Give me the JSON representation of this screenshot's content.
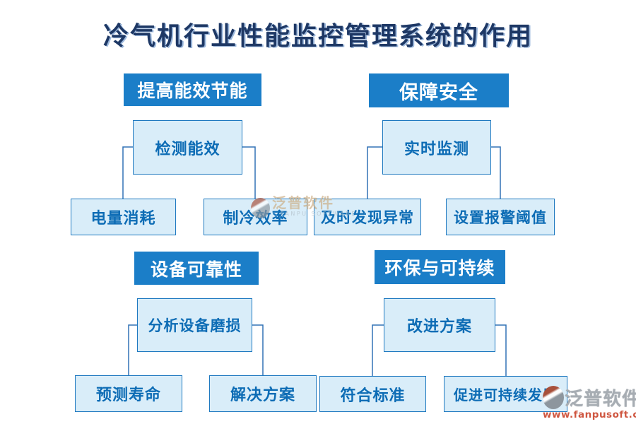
{
  "title": "冷气机行业性能监控管理系统的作用",
  "sections": [
    {
      "header": "提高能效节能",
      "parent": "检测能效",
      "children": [
        "电量消耗",
        "制冷效率"
      ]
    },
    {
      "header": "保障安全",
      "parent": "实时监测",
      "children": [
        "及时发现异常",
        "设置报警阈值"
      ]
    },
    {
      "header": "设备可靠性",
      "parent": "分析设备磨损",
      "children": [
        "预测寿命",
        "解决方案"
      ]
    },
    {
      "header": "环保与可持续",
      "parent": "改进方案",
      "children": [
        "符合标准",
        "促进可持续发展"
      ]
    }
  ],
  "watermarks": {
    "center": {
      "brand": "泛普软件",
      "subtext": "FANPU SOFTWARE"
    },
    "corner": {
      "brand": "泛普软件",
      "url": "www.fanpusoft.com"
    }
  },
  "colors": {
    "header_bg": "#1b7ec8",
    "node_bg": "#d9edf9",
    "node_border": "#1f79c0",
    "node_text": "#0d6cb5",
    "title_text": "#1e3865",
    "connector": "#3272b5",
    "watermark_url_text": "#cf5741"
  }
}
